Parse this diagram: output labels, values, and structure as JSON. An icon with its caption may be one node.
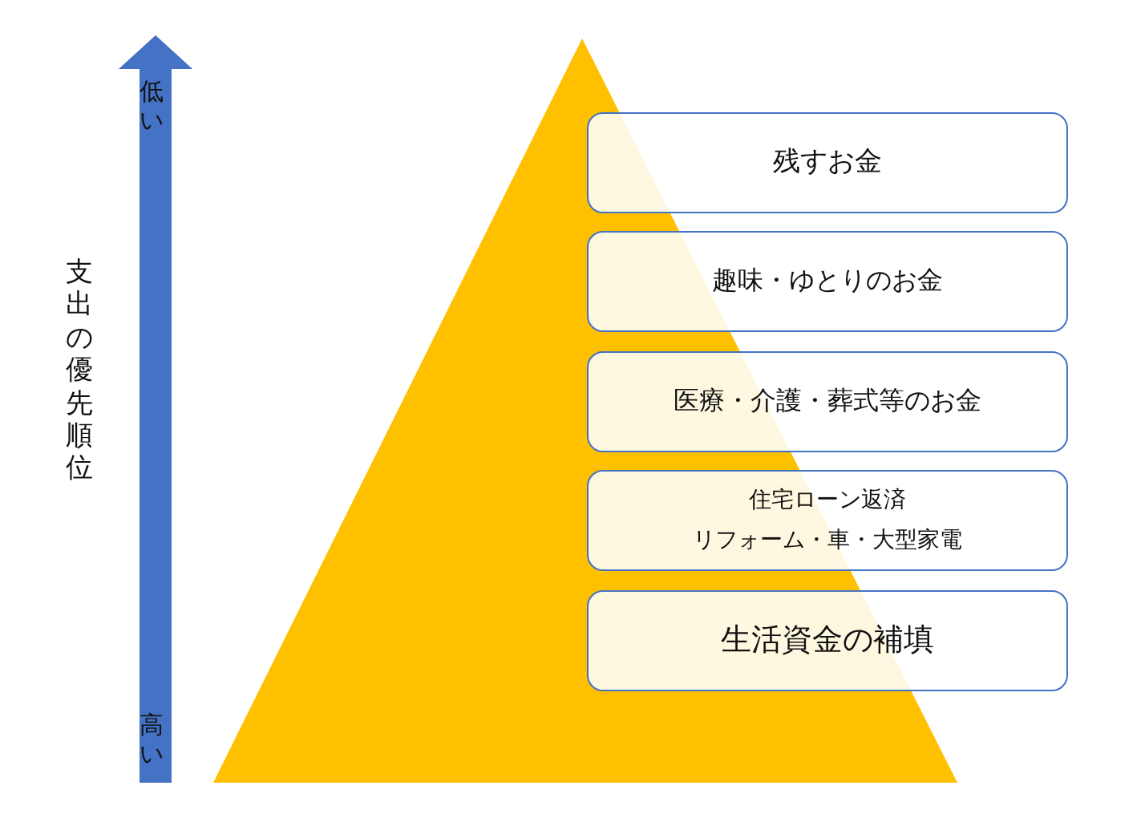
{
  "diagram": {
    "nodes": [
      {
        "text": [
          "残すお金"
        ]
      },
      {
        "text": [
          "趣味・ゆとりのお金"
        ]
      },
      {
        "text": [
          "医療・介護・葬式等のお金"
        ]
      },
      {
        "text": [
          "住宅ローン返済",
          "リフォーム・車・大型家電"
        ]
      },
      {
        "text": [
          "生活資金の補填"
        ]
      }
    ],
    "edges": [],
    "labels": [
      "低い",
      "支出の優先順位",
      "高い"
    ]
  }
}
